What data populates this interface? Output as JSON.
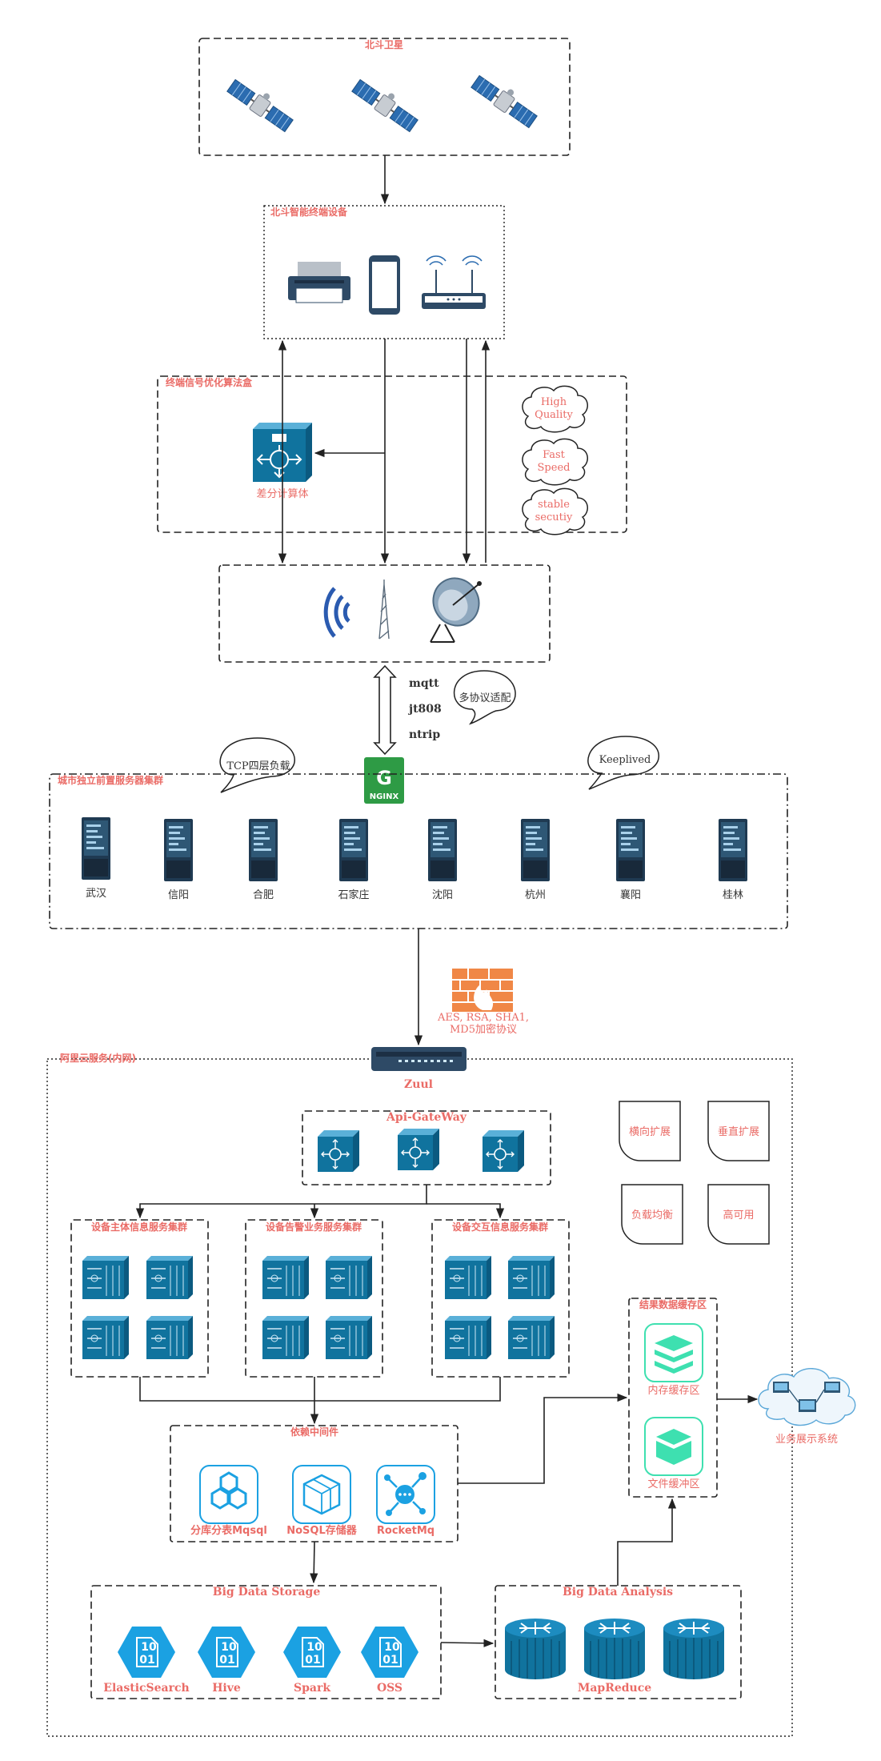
{
  "groups": {
    "satellites": "北斗卫星",
    "terminals": "北斗智能终端设备",
    "algorithm": "终端信号优化算法盒",
    "city_servers": "城市独立前置服务器集群",
    "aliyun": "阿里云服务(内网)",
    "api_gateway": "Api-GateWay",
    "cluster_main": "设备主体信息服务集群",
    "cluster_alarm": "设备告警业务服务集群",
    "cluster_interact": "设备交互信息服务集群",
    "middleware": "依赖中间件",
    "cache": "结果数据缓存区",
    "bigdata_storage": "Big Data Storage",
    "bigdata_analysis": "Big Data Analysis"
  },
  "labels": {
    "diff_calc": "差分计算体",
    "firewall_line1": "AES, RSA, SHA1,",
    "firewall_line2": "MD5加密协议",
    "zuul": "Zuul",
    "display_system": "业务展示系统",
    "mem_cache": "内存缓存区",
    "file_buffer": "文件缓冲区",
    "mapreduce": "MapReduce"
  },
  "protocols": [
    "mqtt",
    "jt808",
    "ntrip"
  ],
  "bubbles": {
    "multi_protocol": "多协议适配",
    "tcp_lb": "TCP四层负载",
    "keeplived": "Keeplived"
  },
  "clouds": [
    {
      "line1": "High",
      "line2": "Quality"
    },
    {
      "line1": "Fast",
      "line2": "Speed"
    },
    {
      "line1": "stable",
      "line2": "secutiy"
    }
  ],
  "notes": [
    "横向扩展",
    "垂直扩展",
    "负载均衡",
    "高可用"
  ],
  "cities": [
    "武汉",
    "信阳",
    "合肥",
    "石家庄",
    "沈阳",
    "杭州",
    "襄阳",
    "桂林"
  ],
  "middleware_items": [
    "分库分表Mqsql",
    "NoSQL存储器",
    "RocketMq"
  ],
  "storage_items": [
    "ElasticSearch",
    "Hive",
    "Spark",
    "OSS"
  ],
  "icon_text": {
    "binary_top": "10",
    "binary_bottom": "01",
    "nginx_letter": "G",
    "nginx_word": "NGINX"
  },
  "colors": {
    "accent_red": "#ea6b66",
    "icon_blue": "#10739e",
    "cyan": "#1ba1e2",
    "teal": "#3ee0b0",
    "nginx_green": "#2e9b45",
    "firewall_orange": "#f08746"
  }
}
